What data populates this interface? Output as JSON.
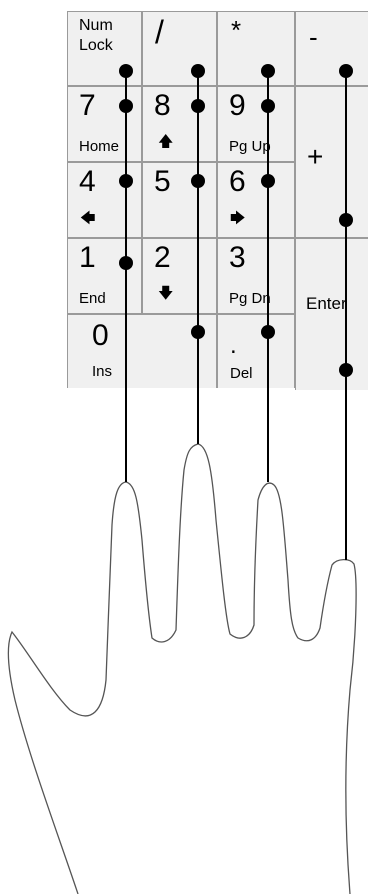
{
  "keypad": {
    "num_lock": {
      "line1": "Num",
      "line2": "Lock"
    },
    "divide": "/",
    "multiply": "*",
    "minus": "-",
    "k7": {
      "digit": "7",
      "label": "Home"
    },
    "k8": {
      "digit": "8",
      "icon": "up-arrow-icon"
    },
    "k9": {
      "digit": "9",
      "label": "Pg Up"
    },
    "plus": "+",
    "k4": {
      "digit": "4",
      "icon": "left-arrow-icon"
    },
    "k5": {
      "digit": "5"
    },
    "k6": {
      "digit": "6",
      "icon": "right-arrow-icon"
    },
    "k1": {
      "digit": "1",
      "label": "End"
    },
    "k2": {
      "digit": "2",
      "icon": "down-arrow-icon"
    },
    "k3": {
      "digit": "3",
      "label": "Pg Dn"
    },
    "enter": "Enter",
    "k0": {
      "digit": "0",
      "label": "Ins"
    },
    "decimal": {
      "symbol": ".",
      "label": "Del"
    }
  },
  "colors": {
    "key_face": "#f0f0f0",
    "key_border": "#9a9a9a",
    "finger_line": "#000000",
    "hand_outline": "#555555"
  }
}
